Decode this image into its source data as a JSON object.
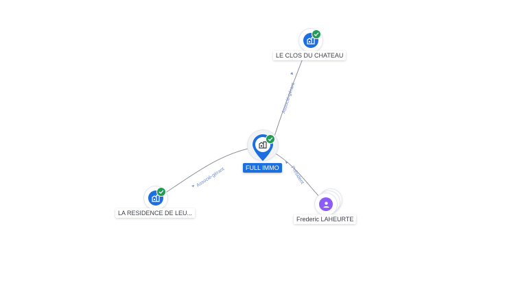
{
  "colors": {
    "company": "#1d6fe0",
    "person": "#8b5cf6",
    "link": "#8c9099",
    "check": "#1f9d55"
  },
  "nodes": {
    "center": {
      "label": "FULL IMMO",
      "icon": "building-icon"
    },
    "clos": {
      "label": "LE CLOS DU CHATEAU",
      "icon": "building-icon"
    },
    "residence": {
      "label": "LA RESIDENCE DE LEU...",
      "icon": "building-icon"
    },
    "person": {
      "label": "Frederic LAHEURTE",
      "icon": "person-icon"
    }
  },
  "edges": {
    "clos": "Associé-gérant",
    "residence": "Associé-gérant",
    "person": "Président"
  }
}
